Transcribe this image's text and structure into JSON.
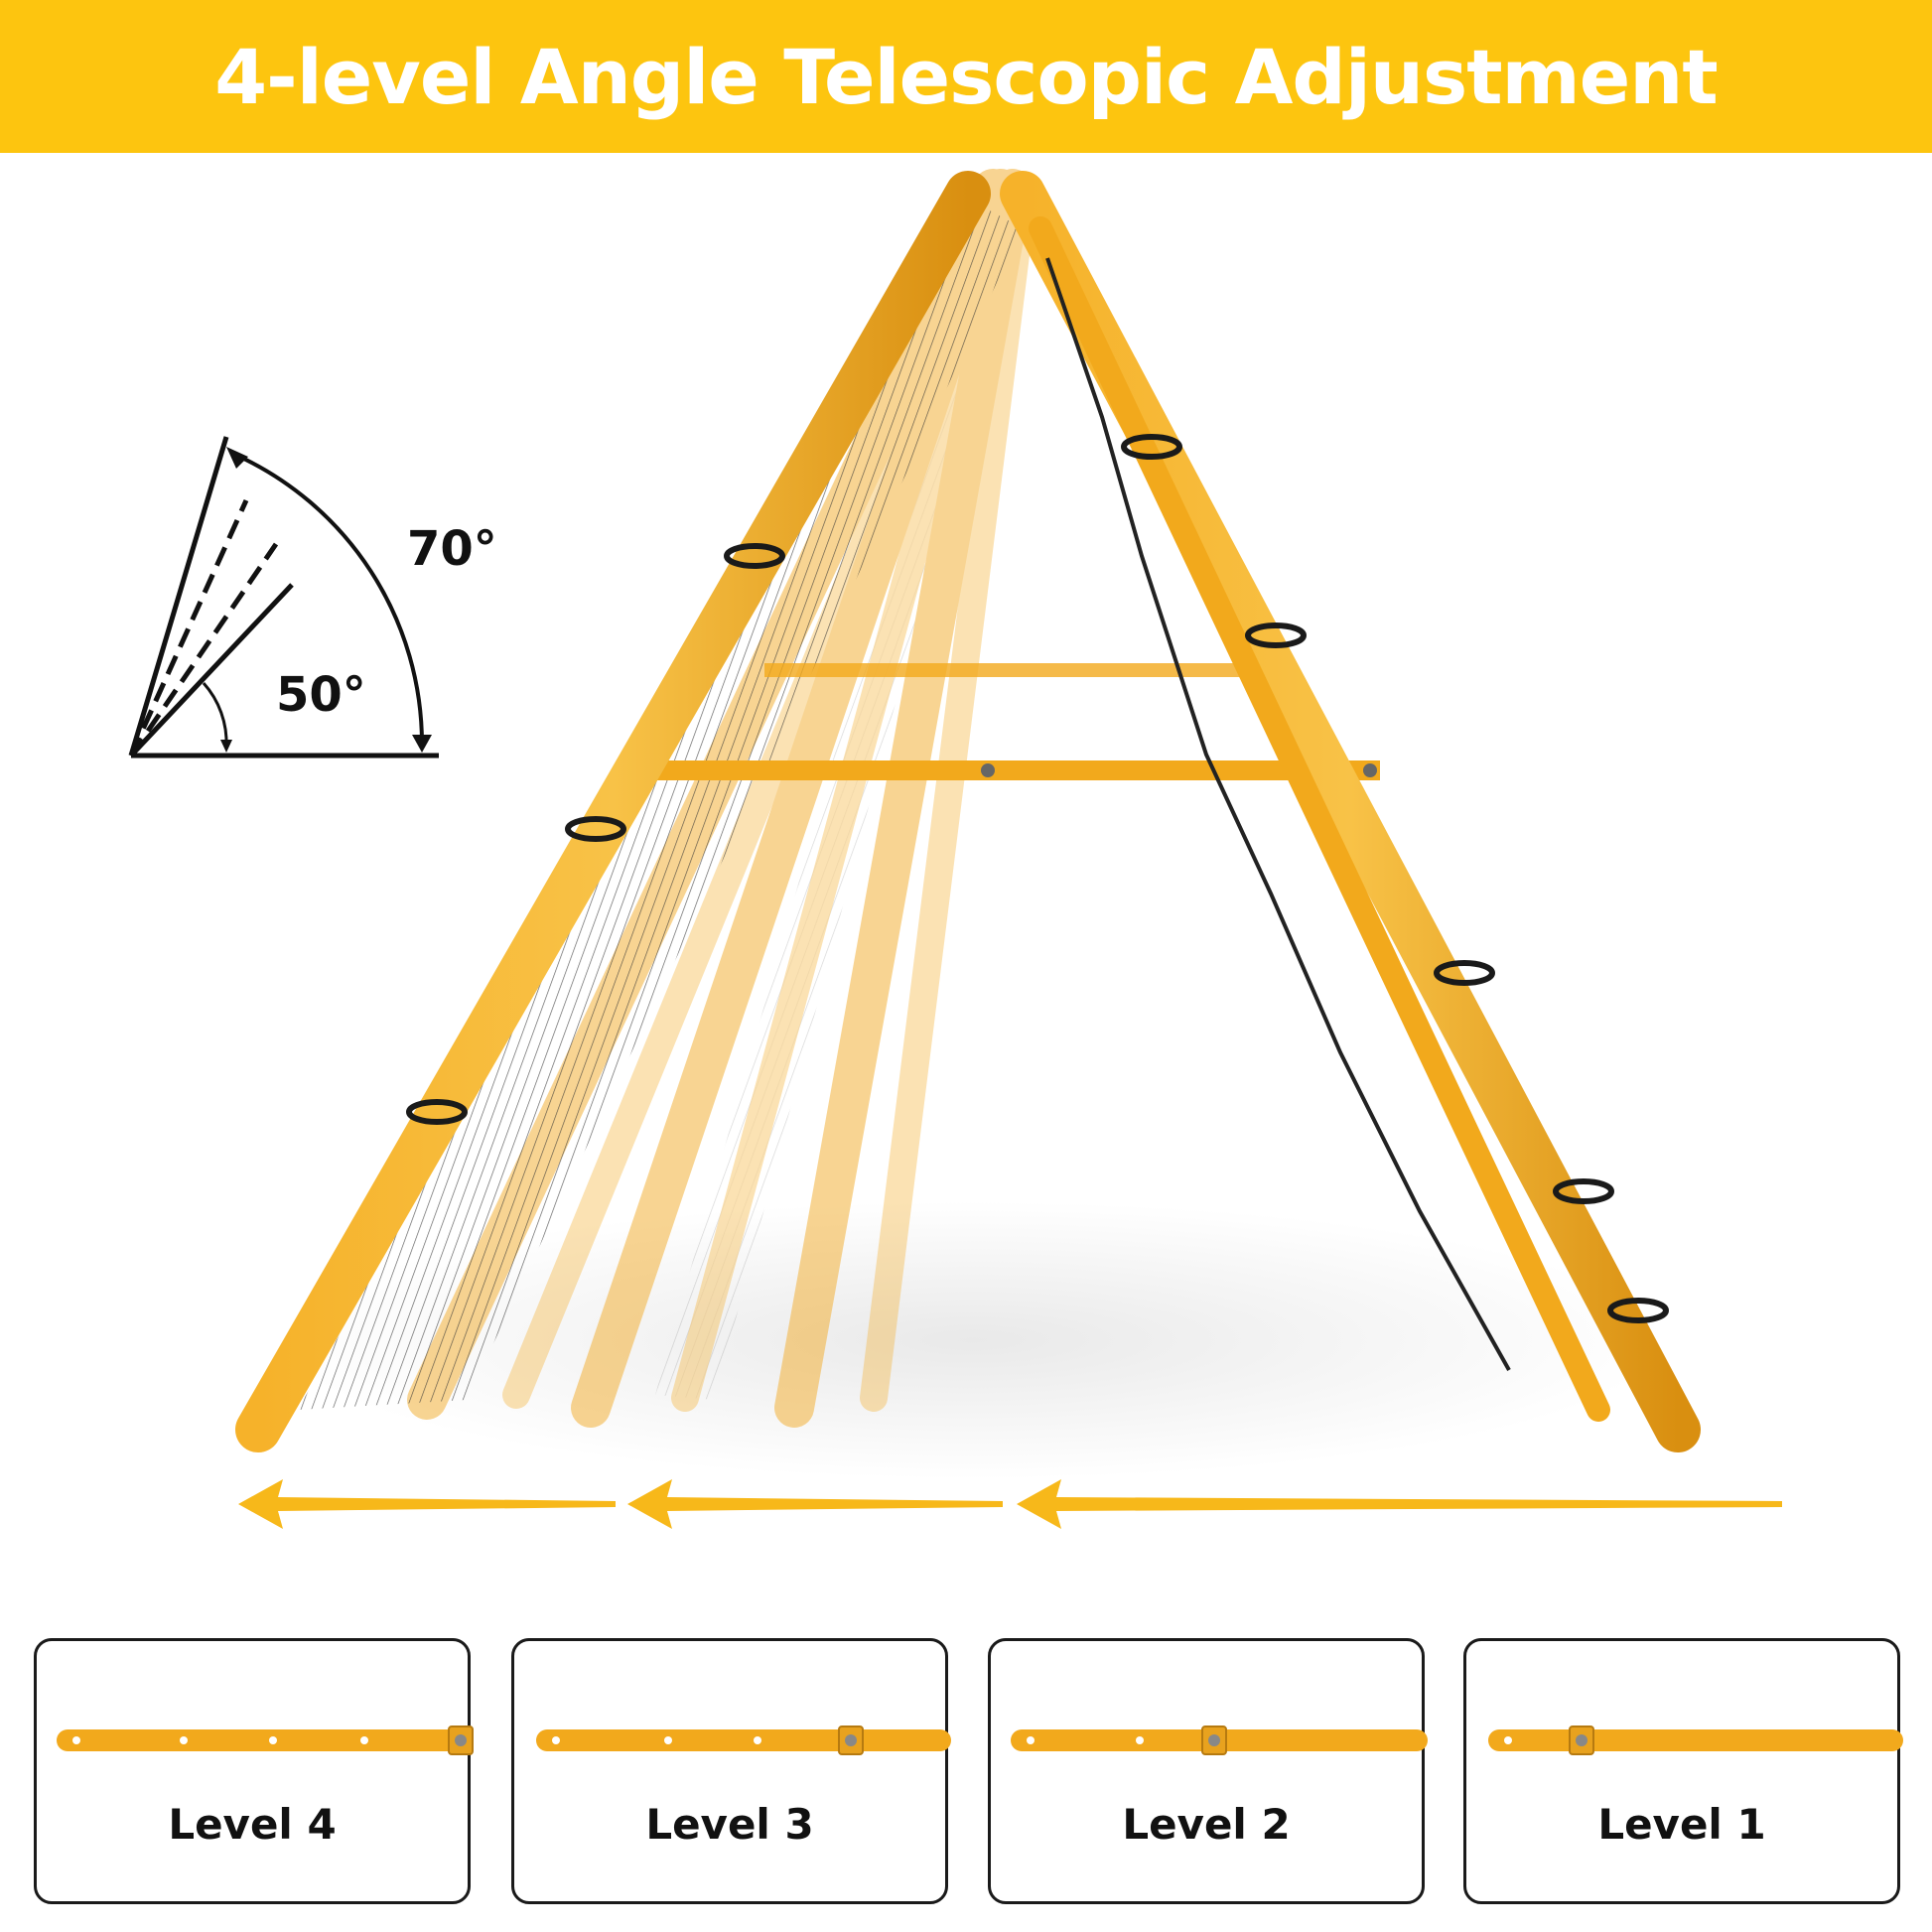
{
  "banner": {
    "title": "4-level Angle Telescopic Adjustment",
    "color": "#FDC50F"
  },
  "angle_diagram": {
    "max_angle_label": "70°",
    "min_angle_label": "50°"
  },
  "frame_color": "#F2A91C",
  "arrow_color": "#F7B81A",
  "levels": [
    {
      "label": "Level 4",
      "holes_visible": 4
    },
    {
      "label": "Level 3",
      "holes_visible": 3
    },
    {
      "label": "Level 2",
      "holes_visible": 2
    },
    {
      "label": "Level 1",
      "holes_visible": 1
    }
  ]
}
